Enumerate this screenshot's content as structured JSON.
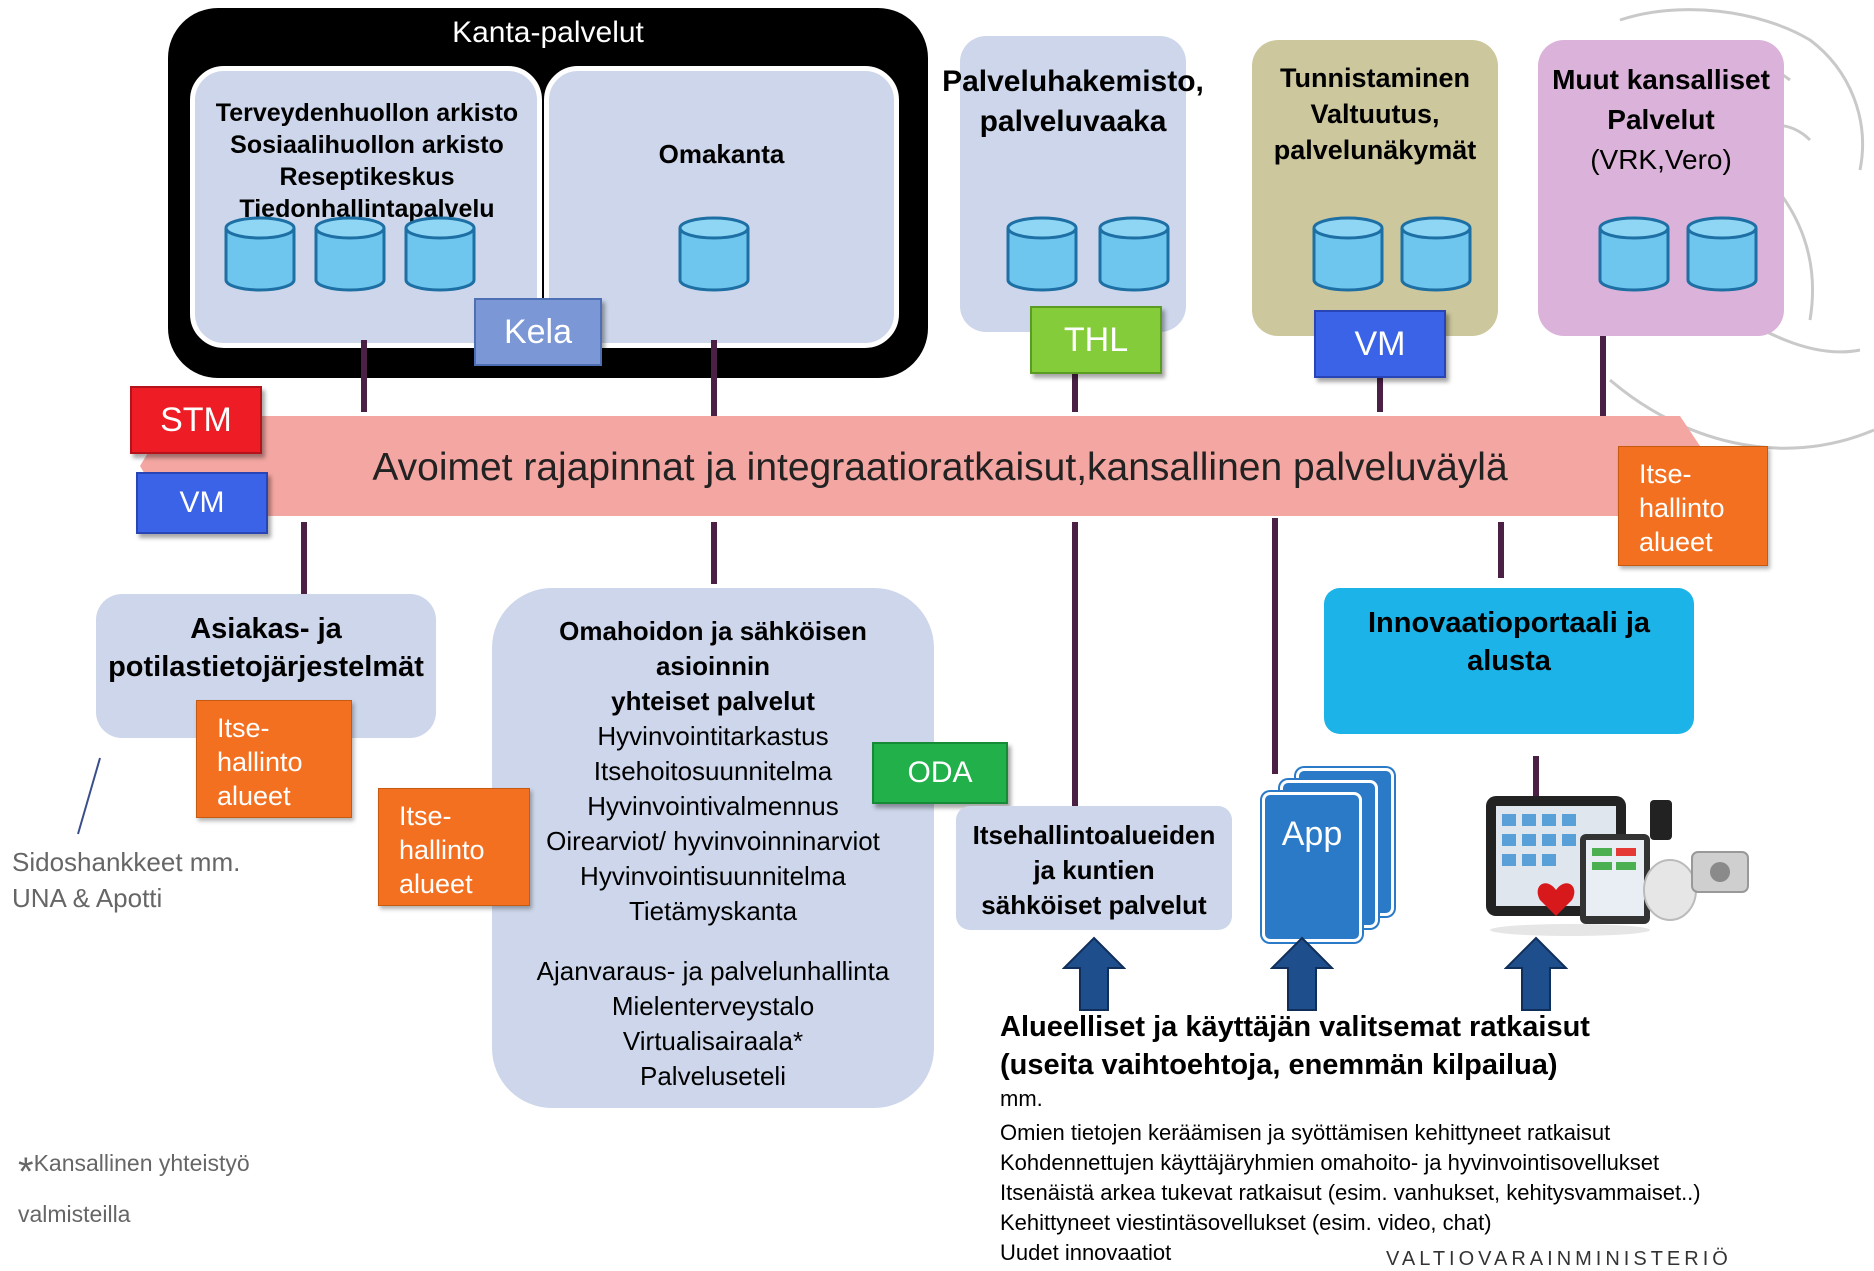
{
  "kanta": {
    "title": "Kanta-palvelut",
    "left_lines": [
      "Terveydenhuollon arkisto",
      "Sosiaalihuollon arkisto",
      "Reseptikeskus",
      "Tiedonhallintapalvelu"
    ],
    "right_title": "Omakanta"
  },
  "tags": {
    "kela": "Kela",
    "thl": "THL",
    "vm_top": "VM",
    "stm": "STM",
    "vm_left": "VM",
    "oda": "ODA",
    "app": "App"
  },
  "palveluhakemisto": {
    "lines": [
      "Palveluhakemisto,",
      "palveluvaaka"
    ]
  },
  "tunnistaminen": {
    "lines": [
      "Tunnistaminen",
      "Valtuutus,",
      "palvelunäkymät"
    ]
  },
  "muut": {
    "title_lines": [
      "Muut kansalliset",
      "Palvelut"
    ],
    "sub": "(VRK,Vero)"
  },
  "bus": {
    "label": "Avoimet rajapinnat ja integraatioratkaisut,kansallinen palveluväylä"
  },
  "itsehallinto": {
    "right": [
      "Itse-",
      "hallinto",
      "alueet"
    ],
    "left": [
      "Itse-",
      "hallinto",
      "alueet"
    ],
    "middle": [
      "Itse-",
      "hallinto",
      "alueet"
    ]
  },
  "asiakas": {
    "lines": [
      "Asiakas- ja",
      "potilastietojärjestelmät"
    ]
  },
  "sidoshankkeet": {
    "lines": [
      "Sidoshankkeet mm.",
      "UNA & Apotti"
    ]
  },
  "omahoito": {
    "title_lines": [
      "Omahoidon ja sähköisen",
      "asioinnin",
      "yhteiset palvelut"
    ],
    "items": [
      "Hyvinvointitarkastus",
      "Itsehoitosuunnitelma",
      "Hyvinvointivalmennus",
      "Oirearviot/ hyvinvoinninarviot",
      "Hyvinvointisuunnitelma",
      "Tietämyskanta"
    ],
    "items2": [
      "Ajanvaraus- ja palvelunhallinta",
      "Mielenterveystalo",
      "Virtualisairaala*",
      "Palveluseteli"
    ]
  },
  "innovaatio": {
    "lines": [
      "Innovaatioportaali ja",
      "alusta"
    ]
  },
  "itsehallintoalueiden": {
    "lines": [
      "Itsehallintoalueiden",
      "ja kuntien",
      "sähköiset palvelut"
    ]
  },
  "alueelliset": {
    "title_lines": [
      "Alueelliset ja käyttäjän valitsemat ratkaisut",
      "(useita vaihtoehtoja, enemmän kilpailua)"
    ],
    "mm": "mm.",
    "items": [
      "Omien tietojen keräämisen ja syöttämisen kehittyneet ratkaisut",
      "Kohdennettujen käyttäjäryhmien omahoito- ja hyvinvointisovellukset",
      "Itsenäistä arkea tukevat ratkaisut (esim. vanhukset, kehitysvammaiset..)",
      "Kehittyneet viestintäsovellukset  (esim. video, chat)",
      "Uudet innovaatiot"
    ]
  },
  "footnote": {
    "star": "*",
    "line1": "Kansallinen yhteistyö",
    "line2": "valmisteilla"
  },
  "logo_text": "VALTIOVARAINMINISTERIÖ",
  "colors": {
    "bus": "#f4a7a2",
    "box": "#cdd6ea",
    "tunnistaminen": "#ccc79c",
    "muut": "#dbb2d9",
    "orange": "#f37021",
    "kela": "#7b97d5",
    "thl": "#84cc3a",
    "vm": "#3b63e8",
    "stm": "#ee1c25",
    "oda": "#22b04a",
    "innovaatio": "#1cb4e8",
    "app": "#2a7ac8"
  }
}
